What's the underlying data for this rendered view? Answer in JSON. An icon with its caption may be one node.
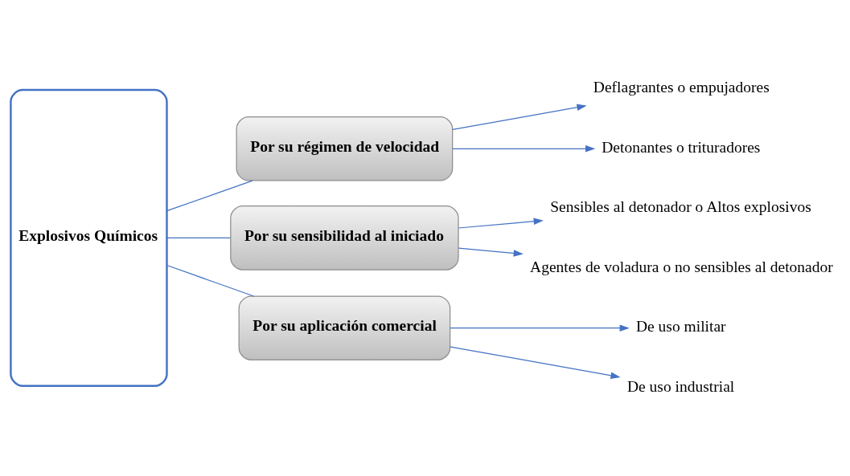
{
  "diagram": {
    "nodes": [
      {
        "text": [
          "Explosivos Químicos"
        ]
      },
      {
        "text": [
          "Por su régimen de velocidad"
        ]
      },
      {
        "text": [
          "Deflagrantes o empujadores"
        ]
      },
      {
        "text": [
          "Detonantes o trituradores"
        ]
      },
      {
        "text": [
          "Por su sensibilidad al iniciado"
        ]
      },
      {
        "text": [
          "Sensibles al detonador o Altos explosivos"
        ]
      },
      {
        "text": [
          "Agentes de voladura o no sensibles al detonador"
        ]
      },
      {
        "text": [
          "Por su aplicación comercial"
        ]
      },
      {
        "text": [
          "De uso militar"
        ]
      },
      {
        "text": [
          "De uso industrial"
        ]
      }
    ],
    "edges": [
      {
        "from": 0,
        "to": 1,
        "arrow": "none"
      },
      {
        "from": 0,
        "to": 4,
        "arrow": "none"
      },
      {
        "from": 0,
        "to": 7,
        "arrow": "none"
      },
      {
        "from": 1,
        "to": 2,
        "arrow": "to"
      },
      {
        "from": 1,
        "to": 3,
        "arrow": "to"
      },
      {
        "from": 4,
        "to": 5,
        "arrow": "to"
      },
      {
        "from": 4,
        "to": 6,
        "arrow": "to"
      },
      {
        "from": 7,
        "to": 8,
        "arrow": "to"
      },
      {
        "from": 7,
        "to": 9,
        "arrow": "to"
      }
    ]
  }
}
